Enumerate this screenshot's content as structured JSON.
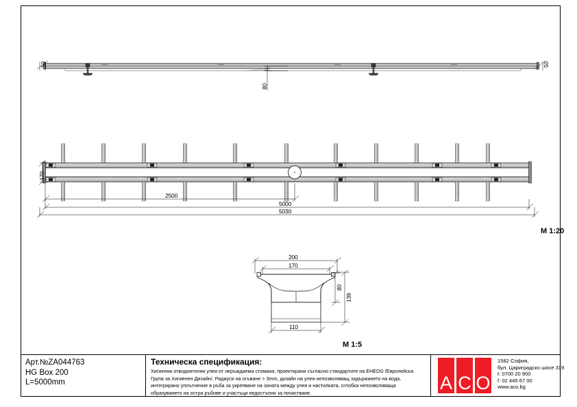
{
  "sheet": {
    "scales": {
      "plan": "M 1:20",
      "section": "M 1:5"
    }
  },
  "top_view": {
    "dim_left": "50",
    "dim_right": "50",
    "dim_depth": "80"
  },
  "elevation_view": {
    "dim_height": "170",
    "dim_half": "2500",
    "dim_length": "5000",
    "dim_total": "5030"
  },
  "section_view": {
    "dim_outer_width": "200",
    "dim_inner_width": "170",
    "dim_body_height": "80",
    "dim_total_height": "139",
    "dim_outlet": "110"
  },
  "title_block": {
    "article": "Арт.№ZA044763",
    "model": "HG Box 200",
    "length": "L=5000mm",
    "spec_title": "Техническа спецификация:",
    "spec_lines": [
      "Хигиенни отводнителни улеи от неръждаема стомана, проектирани съгласно стандартите на EHEDG /Европейска",
      "Група за Хигиенен Дизайн/. Радиуси на огъване > 3mm, дизайн на улея непозволяващ задържането на вода,",
      "интегрирано уплътнение в ръба за укрепване на зоната между улея и настилката, сглобка непозволяваща",
      "образуването на остри ръбове и участъци недостъпни за почистване."
    ],
    "company": {
      "logo_letters": [
        "A",
        "C",
        "O"
      ],
      "logo_color": "#ee1c25",
      "address_lines": [
        "1582 София,",
        "бул. Цариградско шосе 319",
        "t: 0700 20 900",
        "f: 02 445 67 00",
        "www.aco.bg"
      ]
    }
  }
}
